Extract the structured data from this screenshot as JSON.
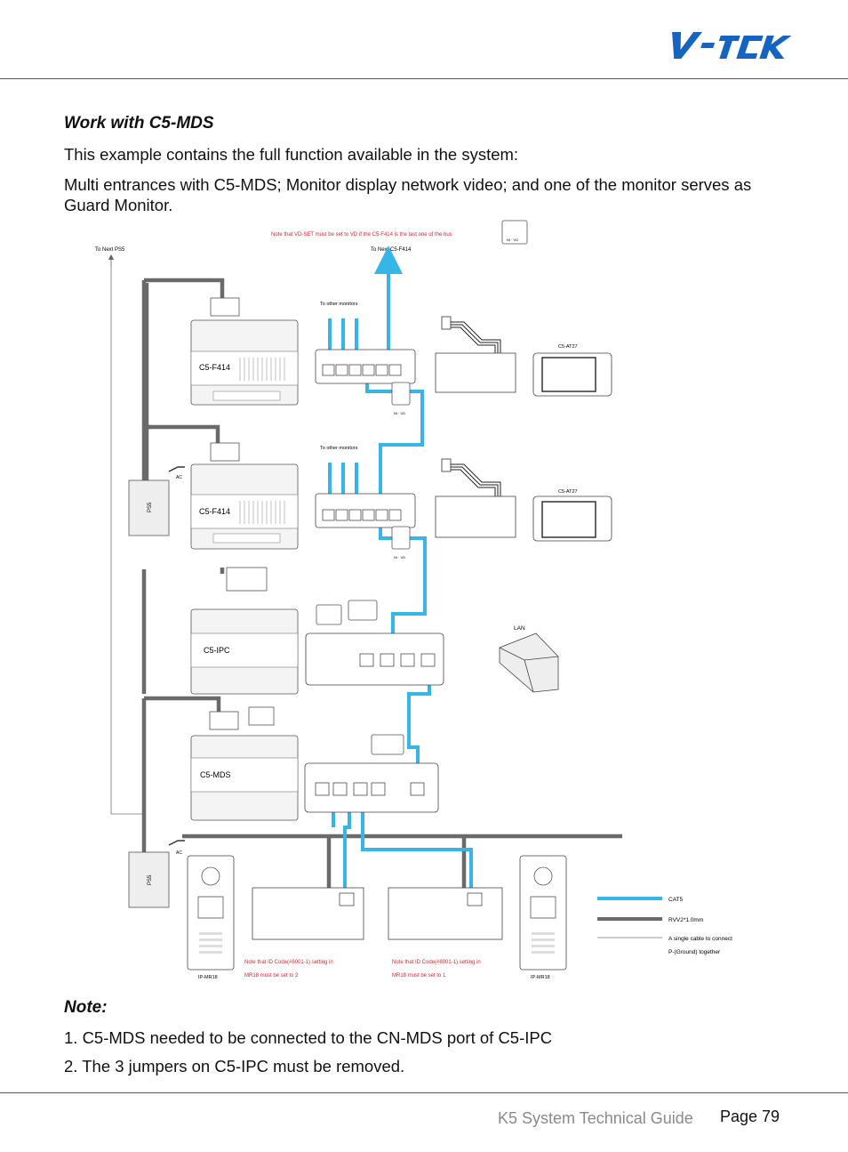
{
  "header": {
    "logo_text": "V-TEK"
  },
  "section_title": "Work with C5-MDS",
  "intro_lines": [
    "This example contains the full function available in the system:",
    "Multi entrances with C5-MDS; Monitor display network video; and one of the monitor serves as Guard Monitor."
  ],
  "diagram": {
    "top_note": "Note that VD-SET must be set to VD if the C5-F414 is the last one of  the bus",
    "to_next_ps5": "To Next PS5",
    "to_next_f414": "To Next C5-F414",
    "to_other_monitors": "To other monitors",
    "devices": {
      "f414": "C5-F414",
      "ipc": "C5-IPC",
      "mds": "C5-MDS",
      "at27": "C5-AT27",
      "ps5": "PS5",
      "mr18": "IP-MR18",
      "lan": "LAN",
      "ac": "AC"
    },
    "jumper_label": "NI · VD",
    "mr18_note_left": [
      "Note that ID Code(#8001-1) setting in",
      "MR18 must be set to 2"
    ],
    "mr18_note_right": [
      "Note that ID Code(#8001-1) setting in",
      "MR18 must be set to 1"
    ],
    "legend": {
      "cat5": "CAT5",
      "rvv": "RVV2*1.0mm",
      "single": [
        "A single cable to connect",
        "P-(Ground) together"
      ]
    },
    "colors": {
      "cat5": "#35b6e6",
      "rvv": "#6a6a6a",
      "note_red": "#e0262f"
    }
  },
  "note_title": "Note:",
  "notes": [
    "1.   C5-MDS needed to be connected to the CN-MDS port of C5-IPC",
    "2.   The 3 jumpers on C5-IPC must be removed."
  ],
  "footer": {
    "guide": "K5 System Technical Guide",
    "page": "Page 79"
  }
}
